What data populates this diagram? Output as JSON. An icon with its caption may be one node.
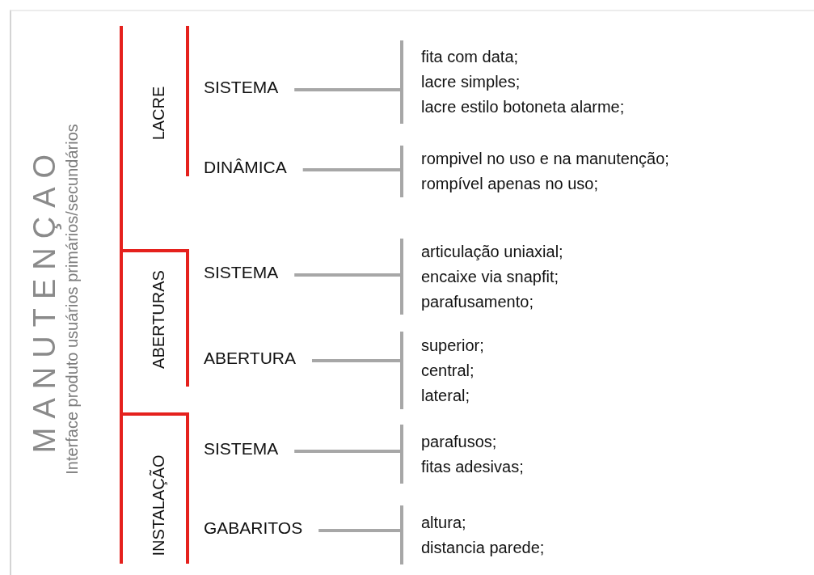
{
  "diagram": {
    "nodes": [
      {
        "text": [
          "MANUTENÇAO",
          "Interface produto usuários primários/secundários"
        ]
      },
      {
        "text": [
          "LACRE"
        ]
      },
      {
        "text": [
          "SISTEMA"
        ]
      },
      {
        "text": [
          "fita com data;",
          "lacre simples;",
          "lacre estilo botoneta alarme;"
        ]
      },
      {
        "text": [
          "DINÂMICA"
        ]
      },
      {
        "text": [
          "rompivel no uso e na manutenção;",
          "rompível apenas no uso;"
        ]
      },
      {
        "text": [
          "ABERTURAS"
        ]
      },
      {
        "text": [
          "SISTEMA"
        ]
      },
      {
        "text": [
          "articulação uniaxial;",
          "encaixe via snapfit;",
          "parafusamento;"
        ]
      },
      {
        "text": [
          "ABERTURA"
        ]
      },
      {
        "text": [
          "superior;",
          "central;",
          "lateral;"
        ]
      },
      {
        "text": [
          "INSTALAÇÃO"
        ]
      },
      {
        "text": [
          "SISTEMA"
        ]
      },
      {
        "text": [
          "parafusos;",
          "fitas adesivas;"
        ]
      },
      {
        "text": [
          "GABARITOS"
        ]
      },
      {
        "text": [
          "altura;",
          "distancia parede;"
        ]
      }
    ],
    "edges": [
      {
        "from": 2,
        "to": 3,
        "arrow": "none"
      },
      {
        "from": 4,
        "to": 5,
        "arrow": "none"
      },
      {
        "from": 7,
        "to": 8,
        "arrow": "none"
      },
      {
        "from": 9,
        "to": 10,
        "arrow": "none"
      },
      {
        "from": 12,
        "to": 13,
        "arrow": "none"
      },
      {
        "from": 14,
        "to": 15,
        "arrow": "none"
      }
    ]
  }
}
